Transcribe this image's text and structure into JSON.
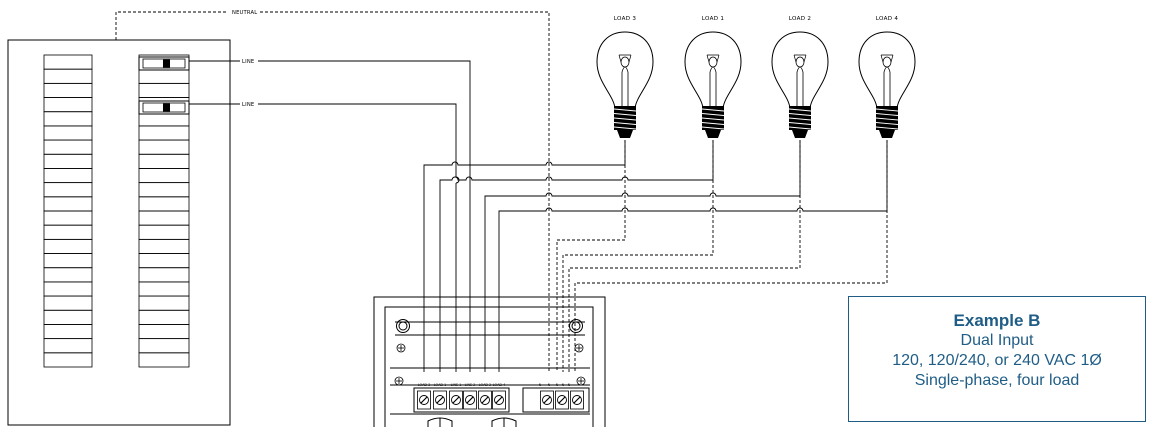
{
  "labels": {
    "neutral": "NEUTRAL",
    "line_1": "LINE",
    "line_2": "LINE"
  },
  "loads": [
    {
      "label": "LOAD 3"
    },
    {
      "label": "LOAD 1"
    },
    {
      "label": "LOAD 2"
    },
    {
      "label": "LOAD 4"
    }
  ],
  "terminals": {
    "left": [
      "LOAD 3",
      "LOAD 1",
      "LINE 1",
      "LINE 2",
      "LOAD 2",
      "LOAD 4"
    ],
    "right": [
      "N",
      "N",
      "N",
      "N",
      "N"
    ]
  },
  "caption": {
    "title": "Example B",
    "line1": "Dual Input",
    "line2": "120, 120/240, or 240 VAC 1Ø",
    "line3": "Single-phase, four load"
  },
  "colors": {
    "line": "#000000",
    "caption": "#1f5d86"
  }
}
